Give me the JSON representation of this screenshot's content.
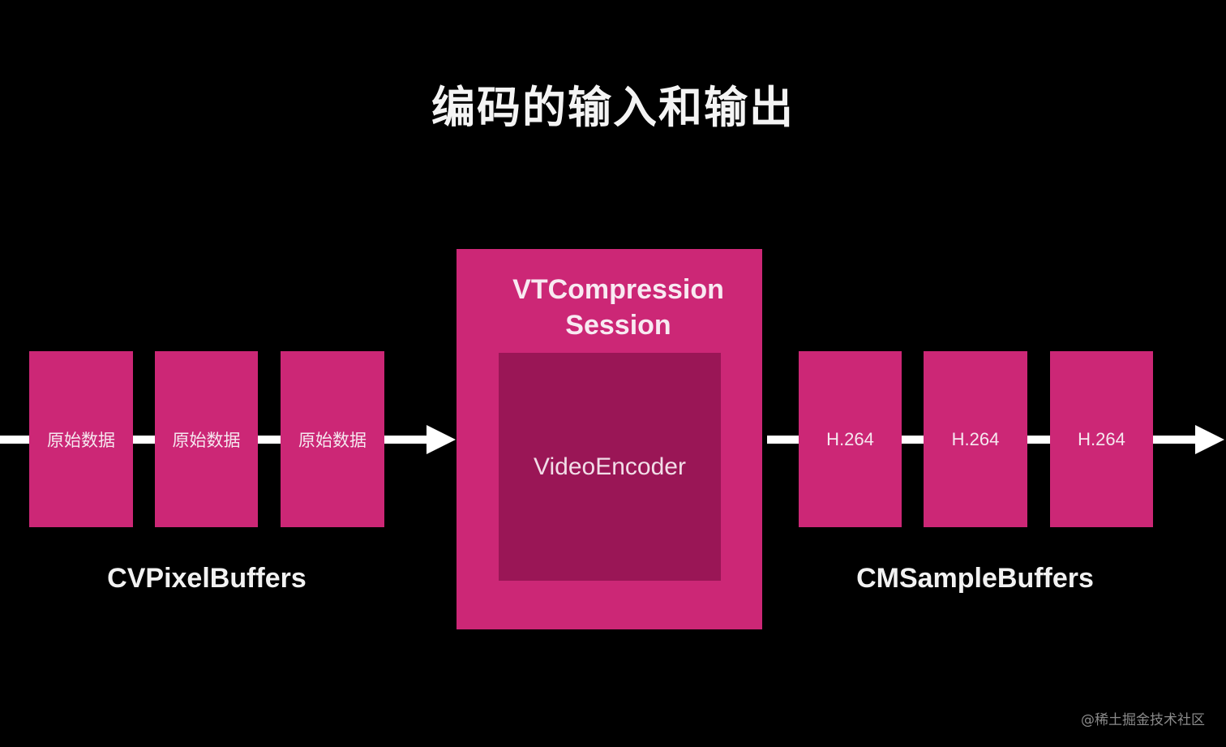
{
  "title": "编码的输入和输出",
  "input": {
    "frames": [
      {
        "label": "原始数据"
      },
      {
        "label": "原始数据"
      },
      {
        "label": "原始数据"
      }
    ],
    "caption": "CVPixelBuffers"
  },
  "session": {
    "title_line1": "VTCompression",
    "title_line2": "Session",
    "encoder_label": "VideoEncoder"
  },
  "output": {
    "frames": [
      {
        "label": "H.264"
      },
      {
        "label": "H.264"
      },
      {
        "label": "H.264"
      }
    ],
    "caption": "CMSampleBuffers"
  },
  "watermark": "@稀土掘金技术社区",
  "colors": {
    "background": "#000000",
    "frame": "#cc2776",
    "encoder": "#9a1656",
    "arrow": "#ffffff"
  }
}
